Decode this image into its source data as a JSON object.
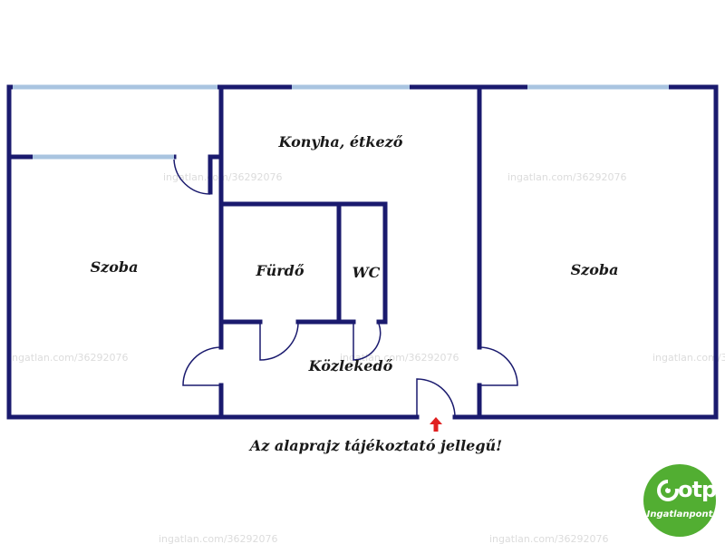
{
  "rooms": {
    "kitchen": "Konyha, étkező",
    "room_left": "Szoba",
    "room_right": "Szoba",
    "bathroom": "Fürdő",
    "wc": "WC",
    "hallway": "Közlekedő"
  },
  "disclaimer": "Az alaprajz tájékoztató jellegű!",
  "watermark": "ingatlan.com/36292076",
  "logo": {
    "word": "otp",
    "subtitle": "Ingatlanpont",
    "color": "#52ae32"
  },
  "colors": {
    "wall": "#1a1a6e",
    "window": "#a9c4e0",
    "entrance_arrow": "#e02020"
  },
  "icons": {
    "entrance": "up-arrow-icon",
    "logo_mark": "otp-logo-icon"
  }
}
